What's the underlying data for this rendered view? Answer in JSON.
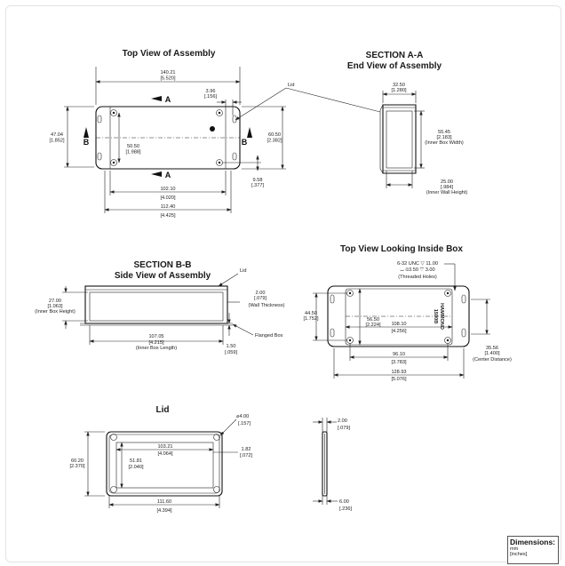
{
  "titles": {
    "top_view": "Top View of Assembly",
    "section_aa_1": "SECTION A-A",
    "section_aa_2": "End View of Assembly",
    "section_bb_1": "SECTION B-B",
    "section_bb_2": "Side View of Assembly",
    "inside_view": "Top View Looking Inside Box",
    "lid": "Lid"
  },
  "top_view": {
    "d_length": "140.21",
    "d_length_in": "[5.520]",
    "d_396": "3.96",
    "d_396_in": "[.156]",
    "d_height": "47.04",
    "d_height_in": "[1.852]",
    "d_5050": "50.50",
    "d_5050_in": "[1.988]",
    "d_6050": "60.50",
    "d_6050_in": "[2.382]",
    "d_958": "9.58",
    "d_958_in": "[.377]",
    "d_10210": "102.10",
    "d_10210_in": "[4.020]",
    "d_11240": "112.40",
    "d_11240_in": "[4.425]",
    "lid_label": "Lid",
    "sec_a": "A",
    "sec_b": "B"
  },
  "section_aa": {
    "d_3250": "32.50",
    "d_3250_in": "[1.280]",
    "d_5545": "55.45",
    "d_5545_in": "[2.183]",
    "d_5545_note": "(Inner Box Width)",
    "d_2500": "25.00",
    "d_2500_in": "[.984]",
    "d_2500_note": "(Inner Wall Height)"
  },
  "section_bb": {
    "lid_label": "Lid",
    "d_2700": "27.00",
    "d_2700_in": "[1.063]",
    "d_2700_note": "(Inner Box Height)",
    "d_200": "2.00",
    "d_200_in": "[.079]",
    "d_200_note": "(Wall Thickness)",
    "d_10705": "107.05",
    "d_10705_in": "[4.215]",
    "d_10705_note": "(Inner Box Length)",
    "d_150": "1.50",
    "d_150_in": "[.059]",
    "flanged": "Flanged Box"
  },
  "inside_view": {
    "thread1": "6-32 UNC ▽ 11.00",
    "thread2": "⌴ ⌀3.50 ▽ 3.00",
    "thread3": "(Threaded Holes)",
    "d_4450": "44.50",
    "d_4450_in": "[1.752]",
    "d_5650": "56.50",
    "d_5650_in": "[2.224]",
    "d_10810": "108.10",
    "d_10810_in": "[4.256]",
    "brand": "HAMMOND",
    "model": "1590B",
    "d_3556": "35.56",
    "d_3556_in": "[1.400]",
    "d_3556_note": "(Center Distance)",
    "d_9610": "96.10",
    "d_9610_in": "[3.783]",
    "d_12893": "128.93",
    "d_12893_in": "[5.076]"
  },
  "lid_view": {
    "d_dia": "⌀4.00",
    "d_dia_in": "[.157]",
    "d_6020": "60.20",
    "d_6020_in": "[2.370]",
    "d_10321": "103.21",
    "d_10321_in": "[4.064]",
    "d_182": "1.82",
    "d_182_in": "[.072]",
    "d_5181": "51.81",
    "d_5181_in": "[2.040]",
    "d_11160": "111.60",
    "d_11160_in": "[4.394]"
  },
  "lid_edge": {
    "d_200": "2.00",
    "d_200_in": "[.079]",
    "d_600": "6.00",
    "d_600_in": "[.236]"
  },
  "legend": {
    "title": "Dimensions:",
    "mm": "mm",
    "inches": "[inches]"
  }
}
